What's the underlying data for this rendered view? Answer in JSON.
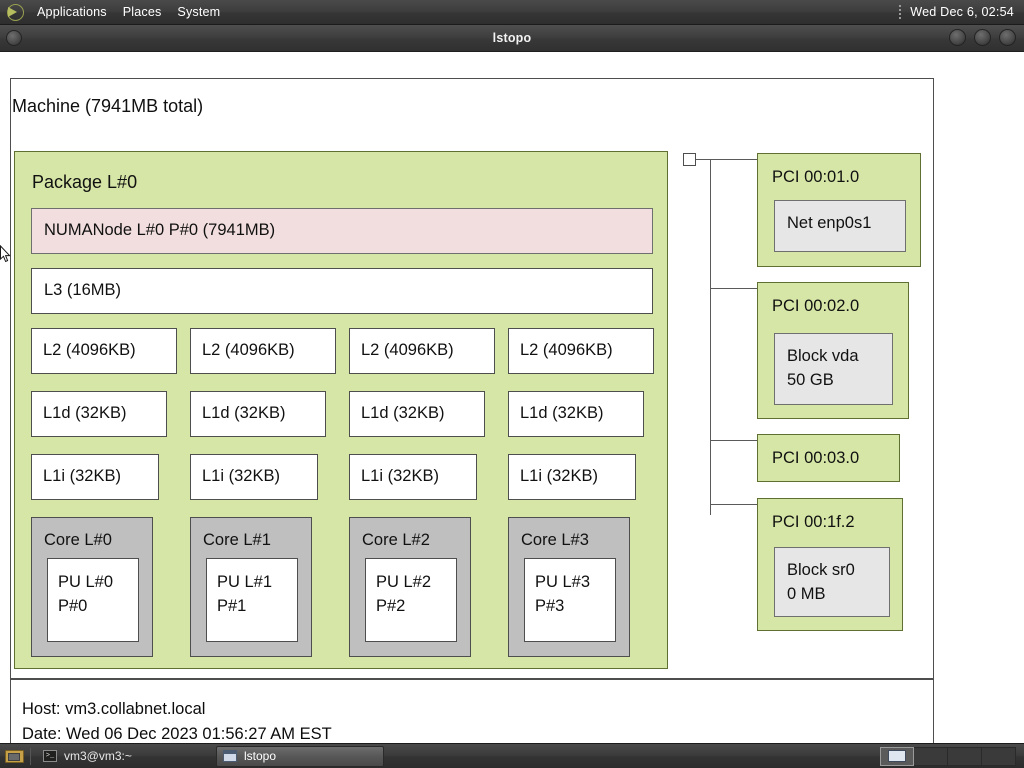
{
  "panel": {
    "logo_icon": "gnome-foot-icon",
    "menus": [
      "Applications",
      "Places",
      "System"
    ],
    "clock": "Wed Dec  6, 02:54"
  },
  "window": {
    "title": "lstopo",
    "icon": "window-menu-icon",
    "buttons": [
      {
        "name": "minimize-button",
        "glyph": ""
      },
      {
        "name": "maximize-button",
        "glyph": ""
      },
      {
        "name": "close-button",
        "glyph": ""
      }
    ]
  },
  "topology": {
    "machine": {
      "label": "Machine (7941MB total)"
    },
    "package": {
      "label": "Package L#0"
    },
    "numanode": {
      "label": "NUMANode L#0 P#0 (7941MB)"
    },
    "l3": {
      "label": "L3 (16MB)"
    },
    "l2": [
      {
        "label": "L2 (4096KB)"
      },
      {
        "label": "L2 (4096KB)"
      },
      {
        "label": "L2 (4096KB)"
      },
      {
        "label": "L2 (4096KB)"
      }
    ],
    "l1d": [
      {
        "label": "L1d (32KB)"
      },
      {
        "label": "L1d (32KB)"
      },
      {
        "label": "L1d (32KB)"
      },
      {
        "label": "L1d (32KB)"
      }
    ],
    "l1i": [
      {
        "label": "L1i (32KB)"
      },
      {
        "label": "L1i (32KB)"
      },
      {
        "label": "L1i (32KB)"
      },
      {
        "label": "L1i (32KB)"
      }
    ],
    "cores": [
      {
        "label": "Core L#0",
        "pu_l": "PU L#0",
        "pu_p": "P#0"
      },
      {
        "label": "Core L#1",
        "pu_l": "PU L#1",
        "pu_p": "P#1"
      },
      {
        "label": "Core L#2",
        "pu_l": "PU L#2",
        "pu_p": "P#2"
      },
      {
        "label": "Core L#3",
        "pu_l": "PU L#3",
        "pu_p": "P#3"
      }
    ],
    "pci": [
      {
        "label": "PCI 00:01.0",
        "child_line1": "Net enp0s1",
        "child_line2": ""
      },
      {
        "label": "PCI 00:02.0",
        "child_line1": "Block vda",
        "child_line2": "50 GB"
      },
      {
        "label": "PCI 00:03.0",
        "child_line1": "",
        "child_line2": ""
      },
      {
        "label": "PCI 00:1f.2",
        "child_line1": "Block sr0",
        "child_line2": "0 MB"
      }
    ]
  },
  "footer": {
    "host": "Host: vm3.collabnet.local",
    "date": "Date: Wed 06 Dec 2023 01:56:27 AM EST"
  },
  "taskbar": {
    "show_desktop_icon": "show-desktop-icon",
    "items": [
      {
        "label": "vm3@vm3:~",
        "icon": "terminal-icon",
        "active": false
      },
      {
        "label": "lstopo",
        "icon": "window-icon",
        "active": true
      }
    ],
    "workspaces": 4,
    "active_workspace": 1
  },
  "colors": {
    "package_green": "#d6e6a6",
    "numa_pink": "#f2dede",
    "core_grey": "#bfbfbf",
    "pci_child_grey": "#e6e6e6",
    "border_dark": "#4e4e4e",
    "border_green": "#5f7033",
    "panel_dark": "#3d3d3d"
  }
}
